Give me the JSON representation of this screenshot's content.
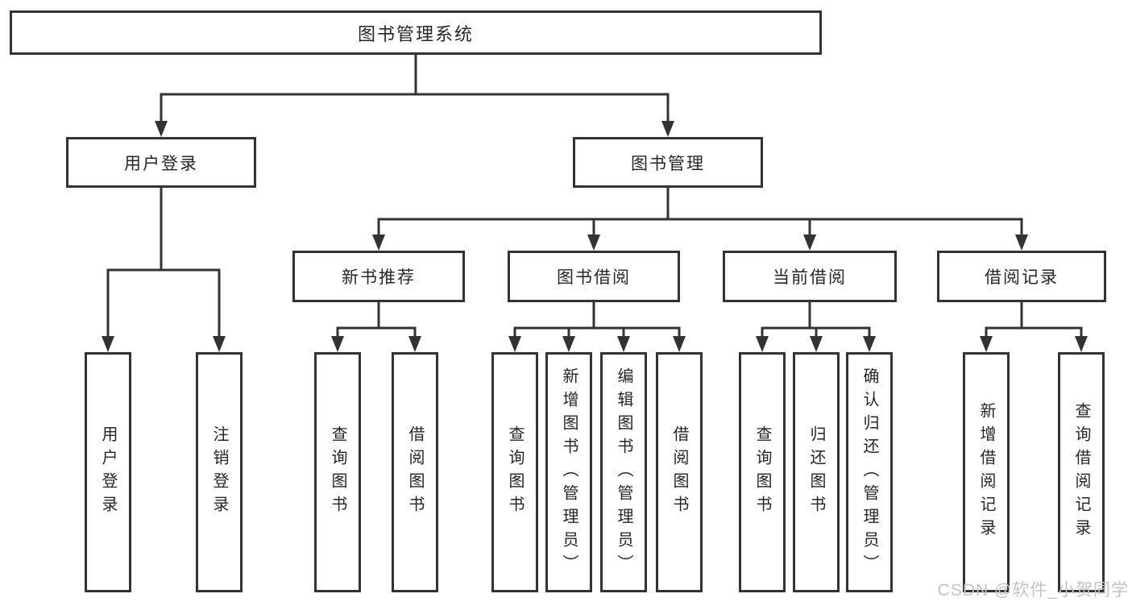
{
  "diagram": {
    "title": "图书管理系统",
    "watermark": "CSDN @软件_小贺同学",
    "colors": {
      "line": "#333333",
      "text": "#262626",
      "background": "#ffffff",
      "watermark": "#c3c3c3"
    },
    "nodes": {
      "root": "图书管理系统",
      "user_login": "用户登录",
      "book_mgmt": "图书管理",
      "new_book_rec": "新书推荐",
      "book_borrow": "图书借阅",
      "current_borrow": "当前借阅",
      "borrow_record": "借阅记录",
      "leaves": {
        "user_login_1": "用户登录",
        "user_login_2": "注销登录",
        "new_book_1": "查询图书",
        "new_book_2": "借阅图书",
        "borrow_1": "查询图书",
        "borrow_2": "新增图书（管理员）",
        "borrow_3": "编辑图书（管理员）",
        "borrow_4": "借阅图书",
        "current_1": "查询图书",
        "current_2": "归还图书",
        "current_3": "确认归还（管理员）",
        "record_1": "新增借阅记录",
        "record_2": "查询借阅记录"
      }
    }
  }
}
